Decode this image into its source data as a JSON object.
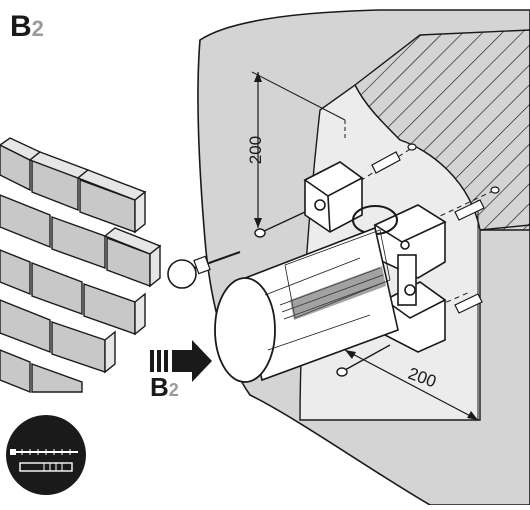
{
  "title": {
    "main": "B",
    "sub": "2"
  },
  "arrow_label": {
    "main": "B",
    "sub": "2"
  },
  "dimensions": {
    "vertical": "200",
    "horizontal": "200"
  },
  "icons": {
    "brick_wall": "brick-wall-icon",
    "hardware": "screw-and-dowel-icon"
  },
  "colors": {
    "line": "#1a1a1a",
    "wall": "#d4d4d4",
    "recess": "#ececec",
    "gray_text": "#9a9a9a"
  }
}
